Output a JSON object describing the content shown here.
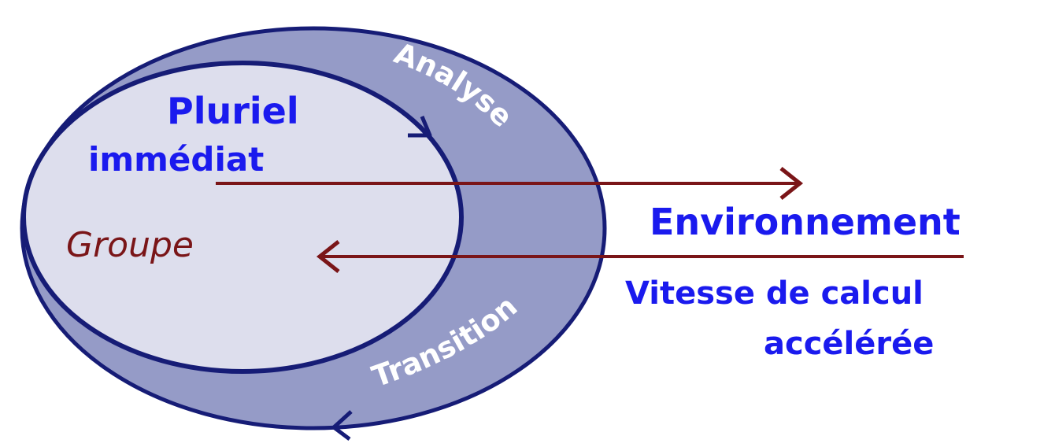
{
  "labels": {
    "pluriel": "Pluriel",
    "immediat": "immédiat",
    "groupe": "Groupe",
    "analyse": "Analyse",
    "transition": "Transition",
    "environnement": "Environnement",
    "vitesse_line1": "Vitesse de calcul",
    "vitesse_line2": "accélérée"
  },
  "colors": {
    "outer_ellipse_fill": "#959bc7",
    "inner_ellipse_fill": "#dddeed",
    "ellipse_stroke": "#161c76",
    "arrow": "#7a1518",
    "blue_text": "#1a1aee",
    "white_text": "#ffffff",
    "group_text": "#7a1518"
  }
}
